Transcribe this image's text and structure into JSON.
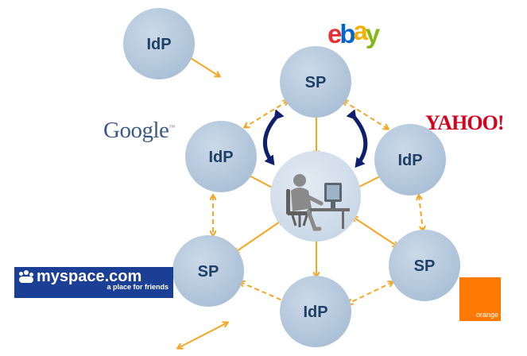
{
  "nodes": [
    {
      "label": "IdP"
    },
    {
      "label": "SP"
    },
    {
      "label": "IdP"
    },
    {
      "label": "IdP"
    },
    {
      "label": "SP"
    },
    {
      "label": "SP"
    },
    {
      "label": "IdP"
    }
  ],
  "logos": {
    "ebay": [
      "e",
      "b",
      "a",
      "y"
    ],
    "google": "Google",
    "google_tm": "™",
    "yahoo": "YAHOO!",
    "myspace_main": "myspace.com",
    "myspace_tagline": "a place for friends",
    "orange": "orange"
  },
  "colors": {
    "node_fill": "#b4c8dd",
    "node_label": "#1f3f66",
    "solid_arrow": "#f5a623",
    "dashed_arrow": "#f5a623",
    "curved_arrow": "#0e1f6e",
    "ebay": [
      "#e53238",
      "#0064d2",
      "#f5af02",
      "#86b817"
    ],
    "orange_bg": "#ff7900",
    "myspace_bg": "#1b3f95"
  },
  "icons": {
    "center": "user-at-computer-icon"
  }
}
